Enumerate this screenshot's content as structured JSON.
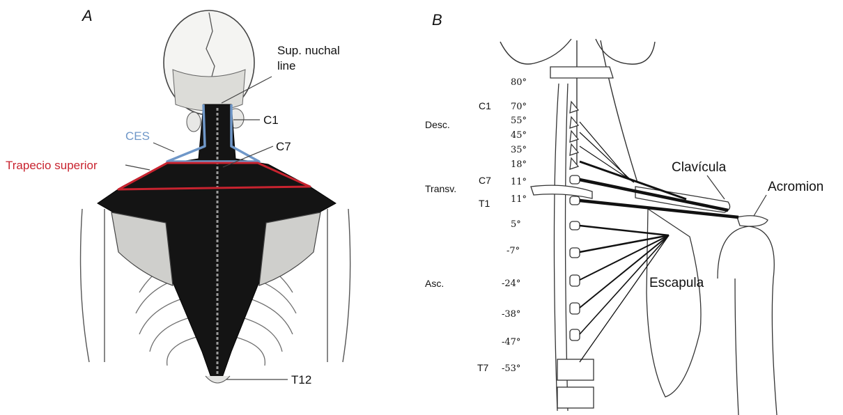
{
  "panel_a": {
    "letter": "A",
    "labels": {
      "sup_nuchal": [
        "Sup. nuchal",
        "line"
      ],
      "c1": "C1",
      "c7": "C7",
      "t12": "T12",
      "ces": "CES",
      "trapecio": "Trapecio superior"
    },
    "colors": {
      "ces": "#6f97c8",
      "trapecio": "#c8232f",
      "muscle": "#141414"
    }
  },
  "panel_b": {
    "letter": "B",
    "groups": {
      "desc": "Desc.",
      "transv": "Transv.",
      "asc": "Asc."
    },
    "levels": {
      "c1": "C1",
      "c7": "C7",
      "t1": "T1",
      "t7": "T7"
    },
    "angles": [
      "80°",
      "70°",
      "55°",
      "45°",
      "35°",
      "18°",
      "11°",
      "11°",
      "5°",
      "-7°",
      "-24°",
      "-38°",
      "-47°",
      "-53°"
    ],
    "structures": {
      "clavicula": "Clavícula",
      "acromion": "Acromion",
      "escapula": "Escapula"
    }
  }
}
